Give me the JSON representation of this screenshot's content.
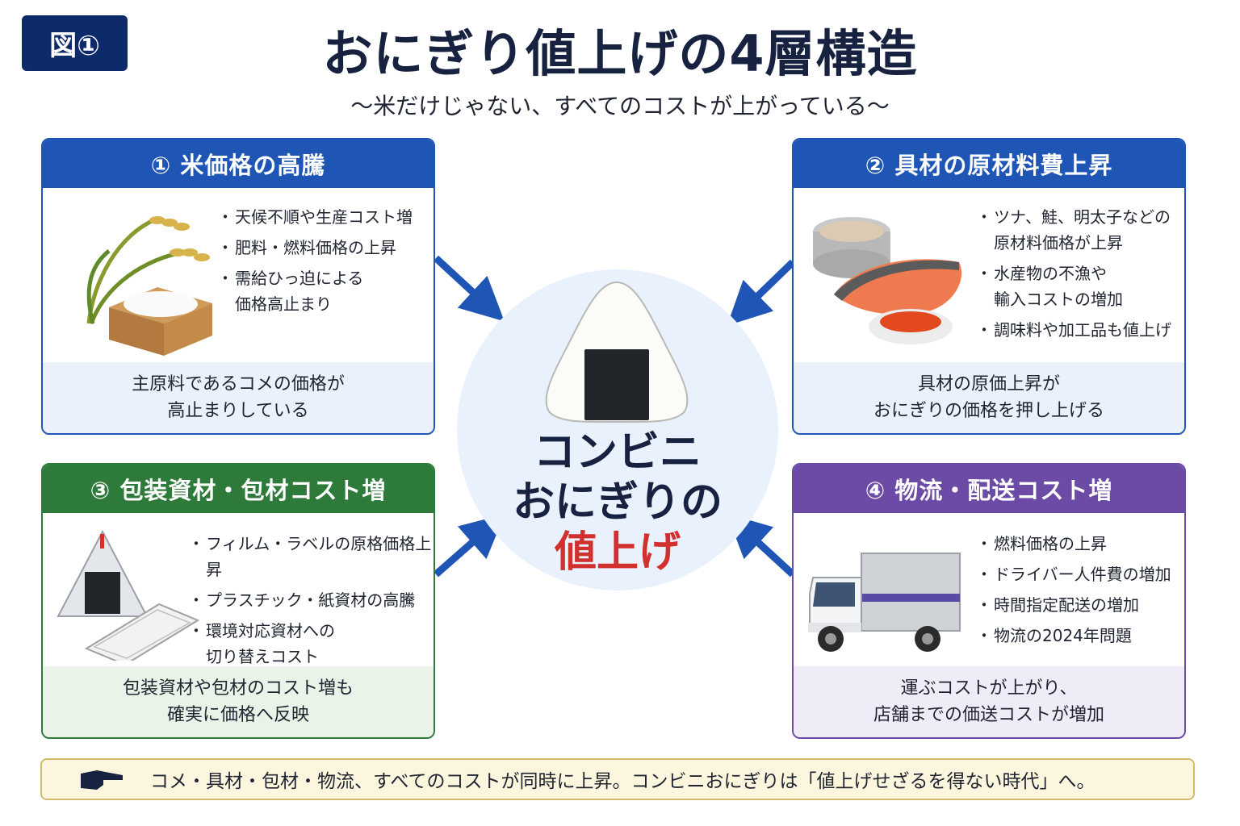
{
  "badge": "図①",
  "title": "おにぎり値上げの4層構造",
  "subtitle": "〜米だけじゃない、すべてのコストが上がっている〜",
  "center": {
    "line1": "コンビニ",
    "line2": "おにぎりの",
    "line3": "値上げ"
  },
  "panels": [
    {
      "heading": "① 米価格の高騰",
      "bullets": [
        "天候不順や生産コスト増",
        "肥料・燃料価格の上昇",
        "需給ひっ迫による\n価格高止まり"
      ],
      "footer": [
        "主原料であるコメの価格が",
        "高止まりしている"
      ]
    },
    {
      "heading": "② 具材の原材料費上昇",
      "bullets": [
        "ツナ、鮭、明太子などの\n原材料価格が上昇",
        "水産物の不漁や\n輸入コストの増加",
        "調味料や加工品も値上げ"
      ],
      "footer": [
        "具材の原価上昇が",
        "おにぎりの価格を押し上げる"
      ]
    },
    {
      "heading": "③ 包装資材・包材コスト増",
      "bullets": [
        "フィルム・ラベルの原格価格上昇",
        "プラスチック・紙資材の高騰",
        "環境対応資材への\n切り替えコスト"
      ],
      "footer": [
        "包装資材や包材のコスト増も",
        "確実に価格へ反映"
      ]
    },
    {
      "heading": "④ 物流・配送コスト増",
      "bullets": [
        "燃料価格の上昇",
        "ドライバー人件費の増加",
        "時間指定配送の増加",
        "物流の2024年問題"
      ],
      "footer": [
        "運ぶコストが上がり、",
        "店舗までの価送コストが増加"
      ]
    }
  ],
  "footer_note": "コメ・具材・包材・物流、すべてのコストが同時に上昇。コンビニおにぎりは「値上げせざるを得ない時代」へ。",
  "colors": {
    "navy": "#0d2a6b",
    "blue": "#1f55b4",
    "green": "#2e7a3a",
    "purple": "#6b4ba6",
    "red": "#d22f2f",
    "arrow": "#1f55b4"
  },
  "icons": [
    "rice-plant-icon",
    "rice-masu-icon",
    "tuna-can-icon",
    "salmon-icon",
    "ikura-bowl-icon",
    "onigiri-package-icon",
    "tray-icon",
    "truck-icon",
    "pointing-hand-icon",
    "onigiri-icon"
  ]
}
